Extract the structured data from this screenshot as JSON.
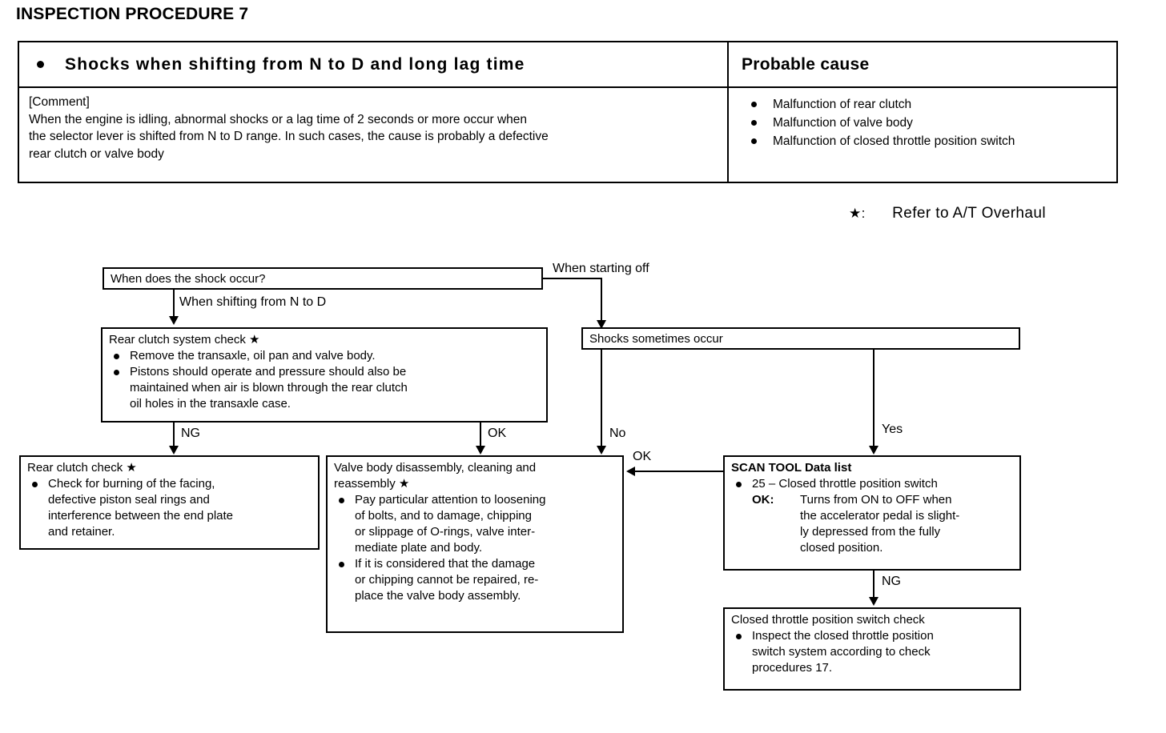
{
  "page": {
    "title": "INSPECTION PROCEDURE 7"
  },
  "symptom_table": {
    "symptom_header": "Shocks when shifting from N to D and long lag time",
    "cause_header": "Probable cause",
    "comment_label": "[Comment]",
    "comment_lines": [
      "When the engine is idling, abnormal shocks or a lag time of 2 seconds or more occur when",
      "the selector lever is shifted from N to D range.  In such cases, the cause is probably a defective",
      "rear clutch or valve body"
    ],
    "causes": [
      "Malfunction of rear clutch",
      "Malfunction of valve body",
      "Malfunction of closed throttle position switch"
    ]
  },
  "legend": {
    "star": "★",
    "marker": "★:",
    "text": "Refer to  A/T Overhaul"
  },
  "flow": {
    "start": {
      "text": "When does the shock occur?"
    },
    "branch_labels": {
      "shifting": "When shifting from  N  to  D",
      "starting_off": "When starting off",
      "ng": "NG",
      "ok": "OK",
      "no": "No",
      "yes": "Yes",
      "ok_right": "OK",
      "ng_bottom": "NG"
    },
    "rear_clutch_system_check": {
      "title": "Rear clutch system check ★",
      "items": [
        [
          "Remove the transaxle, oil pan and valve body."
        ],
        [
          "Pistons should operate and pressure should also be",
          "maintained when air is blown through the rear clutch",
          "oil holes in the transaxle case."
        ]
      ]
    },
    "shocks_sometimes_occur": {
      "text": "Shocks sometimes occur"
    },
    "rear_clutch_check": {
      "title": "Rear clutch check ★",
      "items": [
        [
          "Check for burning of the facing,",
          "defective piston seal rings and",
          "interference between the end plate",
          "and retainer."
        ]
      ]
    },
    "valve_body": {
      "title_line1": "Valve body disassembly, cleaning and",
      "title_line2": "reassembly ★",
      "items": [
        [
          "Pay particular attention to loosening",
          "of bolts, and to damage, chipping",
          "or slippage of O-rings, valve inter-",
          "mediate plate and body."
        ],
        [
          "If it is considered that the damage",
          "or chipping cannot be repaired, re-",
          "place the valve body assembly."
        ]
      ]
    },
    "scan_tool": {
      "title": "SCAN TOOL Data list",
      "item_line": "25 – Closed throttle position switch",
      "ok_label": "OK:",
      "ok_lines": [
        "Turns from ON to OFF when",
        "the accelerator pedal is slight-",
        "ly  depressed  from  the  fully",
        "closed position."
      ]
    },
    "closed_throttle_check": {
      "title": "Closed throttle position switch check",
      "items": [
        [
          "Inspect the closed throttle position",
          "switch system according to check",
          "procedures 17."
        ]
      ]
    }
  }
}
